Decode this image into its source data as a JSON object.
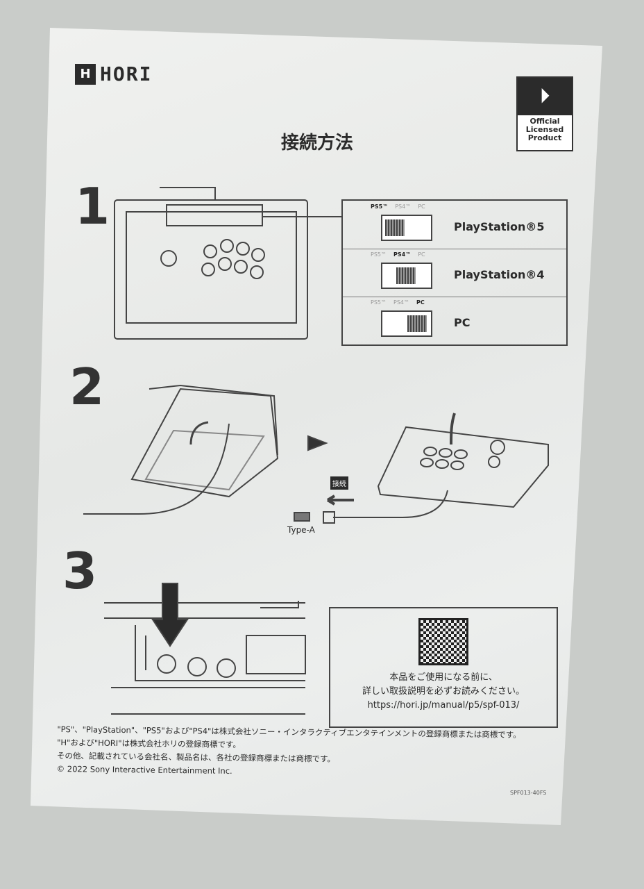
{
  "brand": {
    "logo_icon": "H",
    "logo_text": "HORI"
  },
  "badge": {
    "icon": "playstation-logo",
    "lines": [
      "Official",
      "Licensed",
      "Product"
    ]
  },
  "title": "接続方法",
  "steps": {
    "s1": "1",
    "s2": "2",
    "s3": "3"
  },
  "mode_switch": {
    "modes": [
      {
        "name": "PlayStation®5",
        "labels": [
          "PS5™",
          "PS4™",
          "PC"
        ],
        "active": 0
      },
      {
        "name": "PlayStation®4",
        "labels": [
          "PS5™",
          "PS4™",
          "PC"
        ],
        "active": 1
      },
      {
        "name": "PC",
        "labels": [
          "PS5™",
          "PS4™",
          "PC"
        ],
        "active": 2
      }
    ]
  },
  "step2": {
    "connect_label": "接続",
    "port_label": "Type-A"
  },
  "qr": {
    "line1": "本品をご使用になる前に、",
    "line2": "詳しい取扱説明を必ずお読みください。",
    "url": "https://hori.jp/manual/p5/spf-013/"
  },
  "footer": {
    "lines": [
      "\"PS\"、\"PlayStation\"、\"PS5\"および\"PS4\"は株式会社ソニー・インタラクティブエンタテインメントの登録商標または商標です。",
      "\"H\"および\"HORI\"は株式会社ホリの登録商標です。",
      "その他、記載されている会社名、製品名は、各社の登録商標または商標です。",
      "© 2022 Sony Interactive Entertainment Inc."
    ],
    "code": "SPF013-40FS"
  }
}
